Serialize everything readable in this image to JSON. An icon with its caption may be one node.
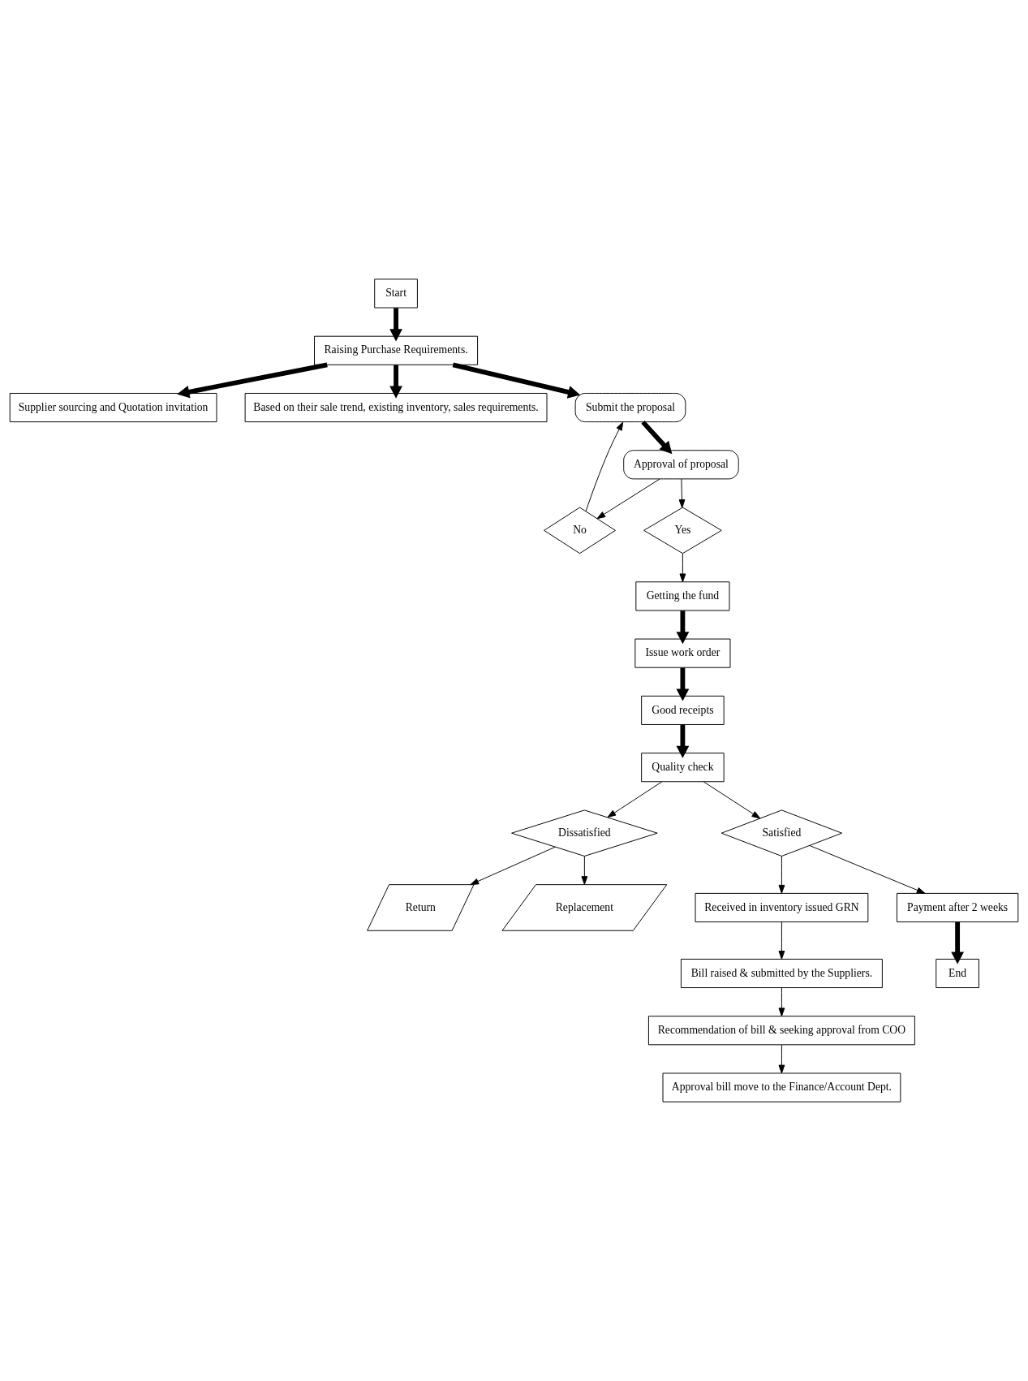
{
  "diagram": {
    "nodes": [
      {
        "text": [
          "Start"
        ]
      },
      {
        "text": [
          "Raising Purchase Requirements."
        ]
      },
      {
        "text": [
          "Supplier sourcing and Quotation invitation"
        ]
      },
      {
        "text": [
          "Based on their sale trend, existing inventory, sales requirements."
        ]
      },
      {
        "text": [
          "Submit the proposal"
        ]
      },
      {
        "text": [
          "No"
        ]
      },
      {
        "text": [
          "Yes"
        ]
      },
      {
        "text": [
          "Approval of proposal"
        ]
      },
      {
        "text": [
          "Getting the fund"
        ]
      },
      {
        "text": [
          "Dissatisfied"
        ]
      },
      {
        "text": [
          "Return"
        ]
      },
      {
        "text": [
          "Replacement"
        ]
      },
      {
        "text": [
          "Issue work order"
        ]
      },
      {
        "text": [
          "Satisfied"
        ]
      },
      {
        "text": [
          "Good receipts"
        ]
      },
      {
        "text": [
          "Received in inventory issued GRN"
        ]
      },
      {
        "text": [
          "Quality check"
        ]
      },
      {
        "text": [
          "Payment after 2 weeks"
        ]
      },
      {
        "text": [
          "Bill raised & submitted by the Suppliers."
        ]
      },
      {
        "text": [
          "End"
        ]
      },
      {
        "text": [
          "Recommendation of bill & seeking approval from COO"
        ]
      },
      {
        "text": [
          "Approval bill move to the Finance/Account Dept."
        ]
      }
    ],
    "edges": [
      {
        "from": 0,
        "to": 1,
        "arrow": "to",
        "style": "thick"
      },
      {
        "from": 1,
        "to": 2,
        "arrow": "to",
        "style": "thick"
      },
      {
        "from": 1,
        "to": 3,
        "arrow": "to",
        "style": "thick"
      },
      {
        "from": 1,
        "to": 4,
        "arrow": "to",
        "style": "thick"
      },
      {
        "from": 5,
        "to": 4,
        "arrow": "to"
      },
      {
        "from": 4,
        "to": 7,
        "arrow": "to",
        "style": "thick"
      },
      {
        "from": 7,
        "to": 5,
        "arrow": "to"
      },
      {
        "from": 7,
        "to": 6,
        "arrow": "to"
      },
      {
        "from": 6,
        "to": 8,
        "arrow": "to"
      },
      {
        "from": 8,
        "to": 12,
        "arrow": "to",
        "style": "thick"
      },
      {
        "from": 12,
        "to": 14,
        "arrow": "to",
        "style": "thick"
      },
      {
        "from": 14,
        "to": 16,
        "arrow": "to",
        "style": "thick"
      },
      {
        "from": 16,
        "to": 9,
        "arrow": "to"
      },
      {
        "from": 16,
        "to": 13,
        "arrow": "to"
      },
      {
        "from": 13,
        "to": 17,
        "arrow": "to"
      },
      {
        "from": 9,
        "to": 10,
        "arrow": "to"
      },
      {
        "from": 9,
        "to": 11,
        "arrow": "to"
      },
      {
        "from": 13,
        "to": 15,
        "arrow": "to"
      },
      {
        "from": 15,
        "to": 18,
        "arrow": "to"
      },
      {
        "from": 18,
        "to": 20,
        "arrow": "to"
      },
      {
        "from": 20,
        "to": 21,
        "arrow": "to"
      },
      {
        "from": 17,
        "to": 19,
        "arrow": "to",
        "style": "thick"
      }
    ]
  }
}
